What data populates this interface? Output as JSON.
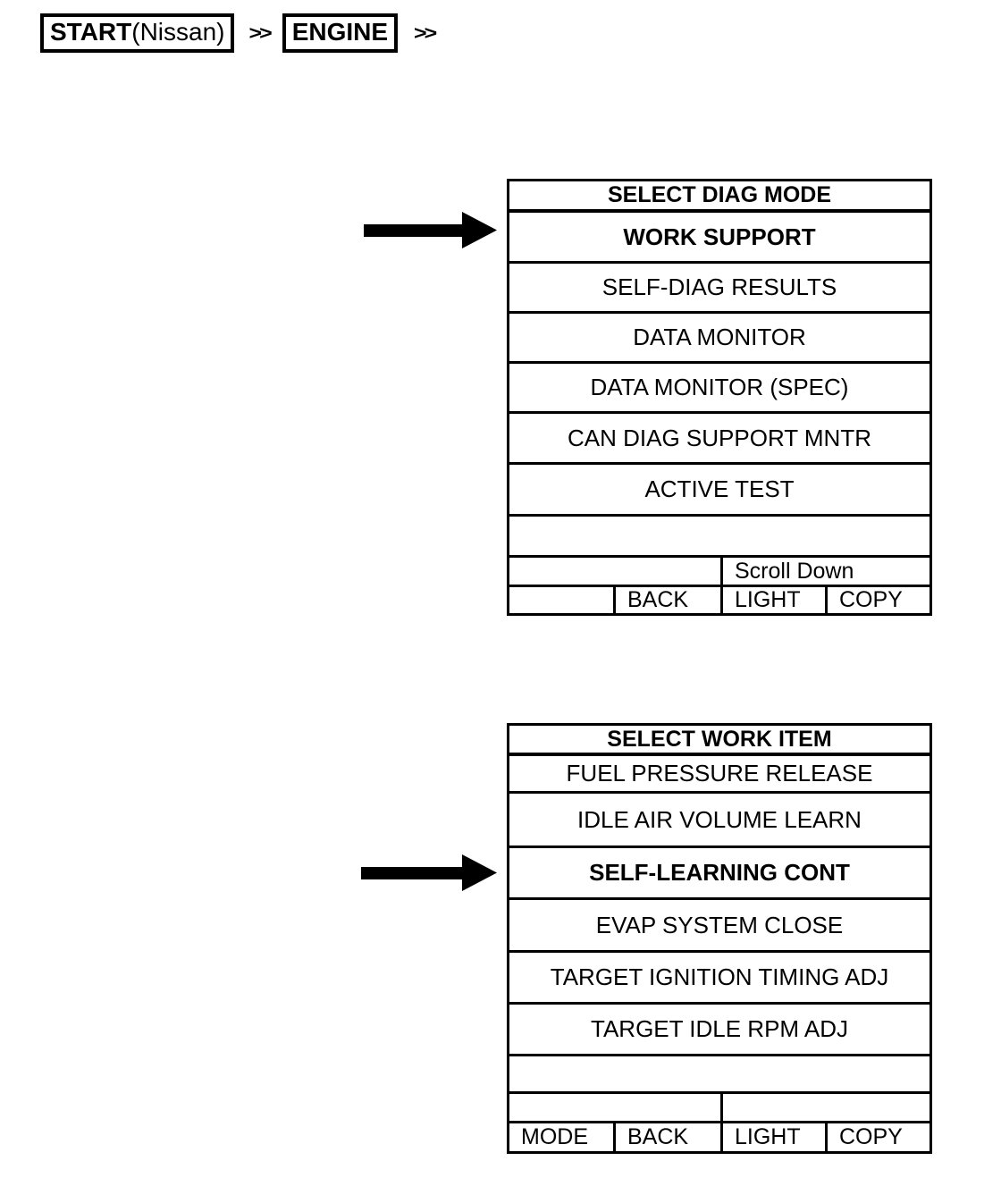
{
  "colors": {
    "ink": "#000000",
    "paper": "#ffffff"
  },
  "breadcrumb": {
    "start_label": "START",
    "start_suffix": "(Nissan)",
    "separator1": ">>",
    "engine_label": "ENGINE",
    "separator2": ">>"
  },
  "diag_mode_screen": {
    "title": "SELECT DIAG MODE",
    "items": [
      {
        "label": "WORK SUPPORT",
        "selected": true
      },
      {
        "label": "SELF-DIAG RESULTS",
        "selected": false
      },
      {
        "label": "DATA MONITOR",
        "selected": false
      },
      {
        "label": "DATA MONITOR (SPEC)",
        "selected": false
      },
      {
        "label": "CAN DIAG SUPPORT MNTR",
        "selected": false
      },
      {
        "label": "ACTIVE TEST",
        "selected": false
      }
    ],
    "scroll_label": "Scroll Down",
    "softkeys": [
      "",
      "BACK",
      "LIGHT",
      "COPY"
    ]
  },
  "work_item_screen": {
    "title": "SELECT WORK ITEM",
    "items": [
      {
        "label": "FUEL PRESSURE RELEASE",
        "selected": false
      },
      {
        "label": "IDLE AIR VOLUME LEARN",
        "selected": false
      },
      {
        "label": "SELF-LEARNING CONT",
        "selected": true
      },
      {
        "label": "EVAP SYSTEM CLOSE",
        "selected": false
      },
      {
        "label": "TARGET IGNITION TIMING ADJ",
        "selected": false
      },
      {
        "label": "TARGET IDLE RPM ADJ",
        "selected": false
      }
    ],
    "softkeys": [
      "MODE",
      "BACK",
      "LIGHT",
      "COPY"
    ]
  }
}
